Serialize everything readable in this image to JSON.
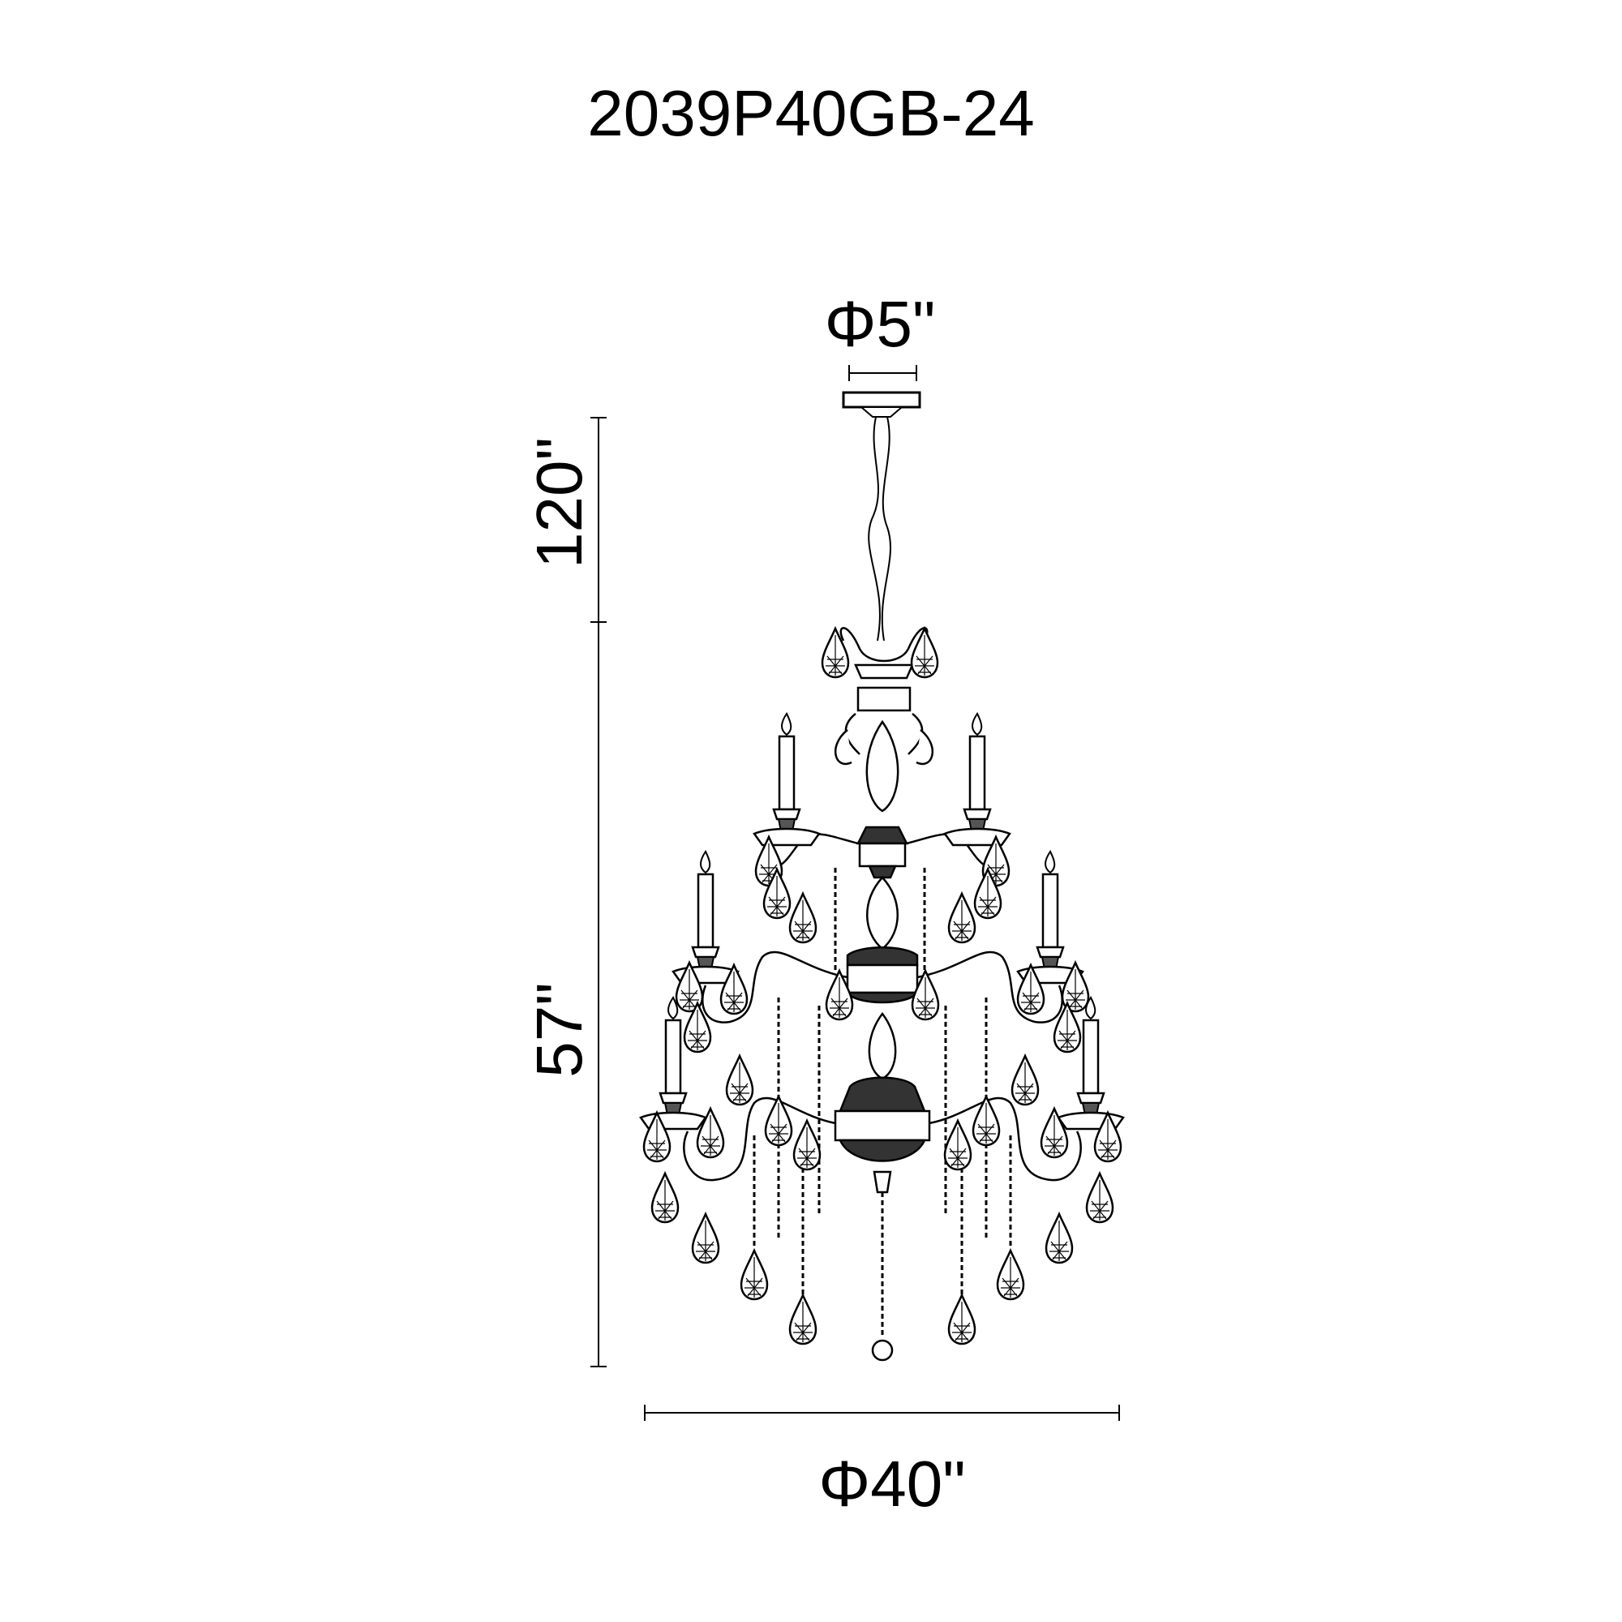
{
  "model_number": "2039P40GB-24",
  "dimensions": {
    "canopy_diameter": "Φ5\"",
    "chain_length": "120\"",
    "body_height": "57\"",
    "overall_diameter": "Φ40\""
  },
  "line_color": "#000000"
}
